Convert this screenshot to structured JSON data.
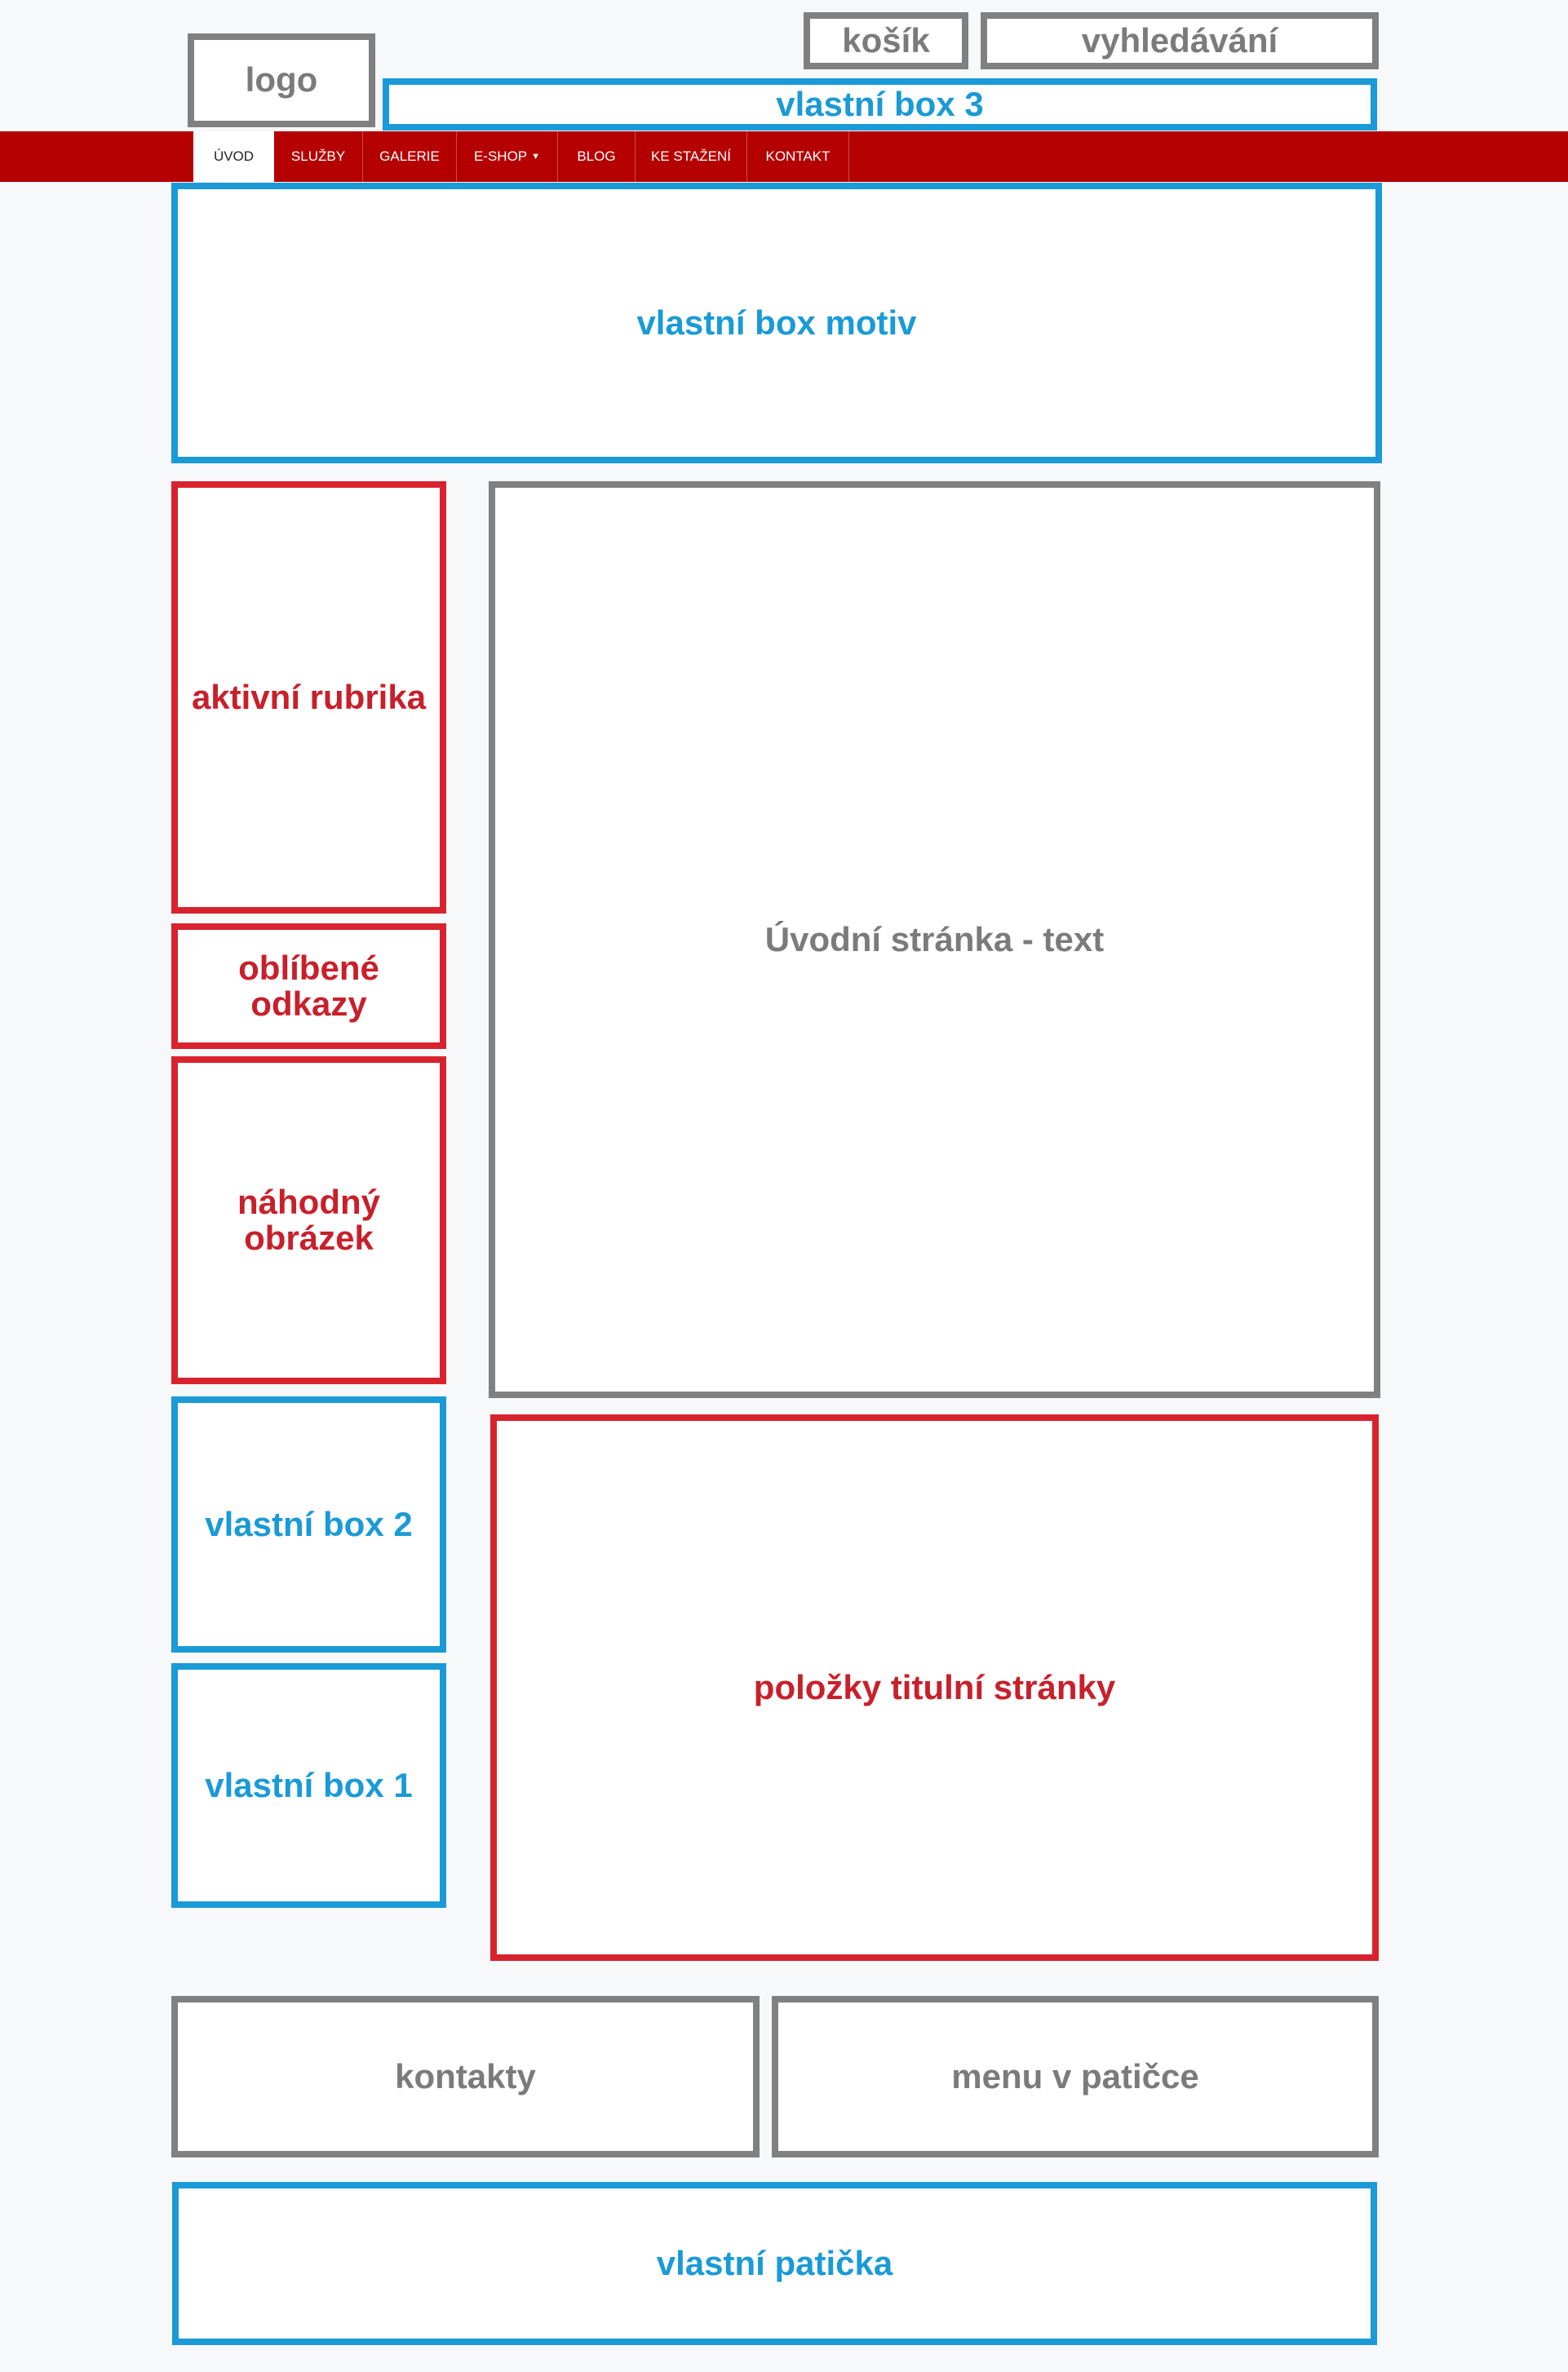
{
  "header": {
    "logo": "logo",
    "cart": "košík",
    "search": "vyhledávání",
    "custom_box_3": "vlastní box 3"
  },
  "nav": {
    "items": [
      {
        "label": "ÚVOD",
        "active": true
      },
      {
        "label": "SLUŽBY"
      },
      {
        "label": "GALERIE"
      },
      {
        "label": "E-SHOP",
        "caret": "▼"
      },
      {
        "label": "BLOG"
      },
      {
        "label": "KE STAŽENÍ"
      },
      {
        "label": "KONTAKT"
      }
    ]
  },
  "motif": "vlastní box motiv",
  "sidebar": {
    "active_category": "aktivní rubrika",
    "favorite_links": "oblíbené odkazy",
    "random_image": "náhodný obrázek",
    "custom_box_2": "vlastní box 2",
    "custom_box_1": "vlastní box 1"
  },
  "main": {
    "home_text": "Úvodní stránka - text",
    "front_page_items": "položky titulní stránky"
  },
  "footer": {
    "contacts": "kontakty",
    "footer_menu": "menu v patičce",
    "custom_footer": "vlastní patička"
  },
  "colors": {
    "blue": "#1a9ad6",
    "red": "#d8232f",
    "grey": "#808080",
    "nav": "#b40000"
  }
}
